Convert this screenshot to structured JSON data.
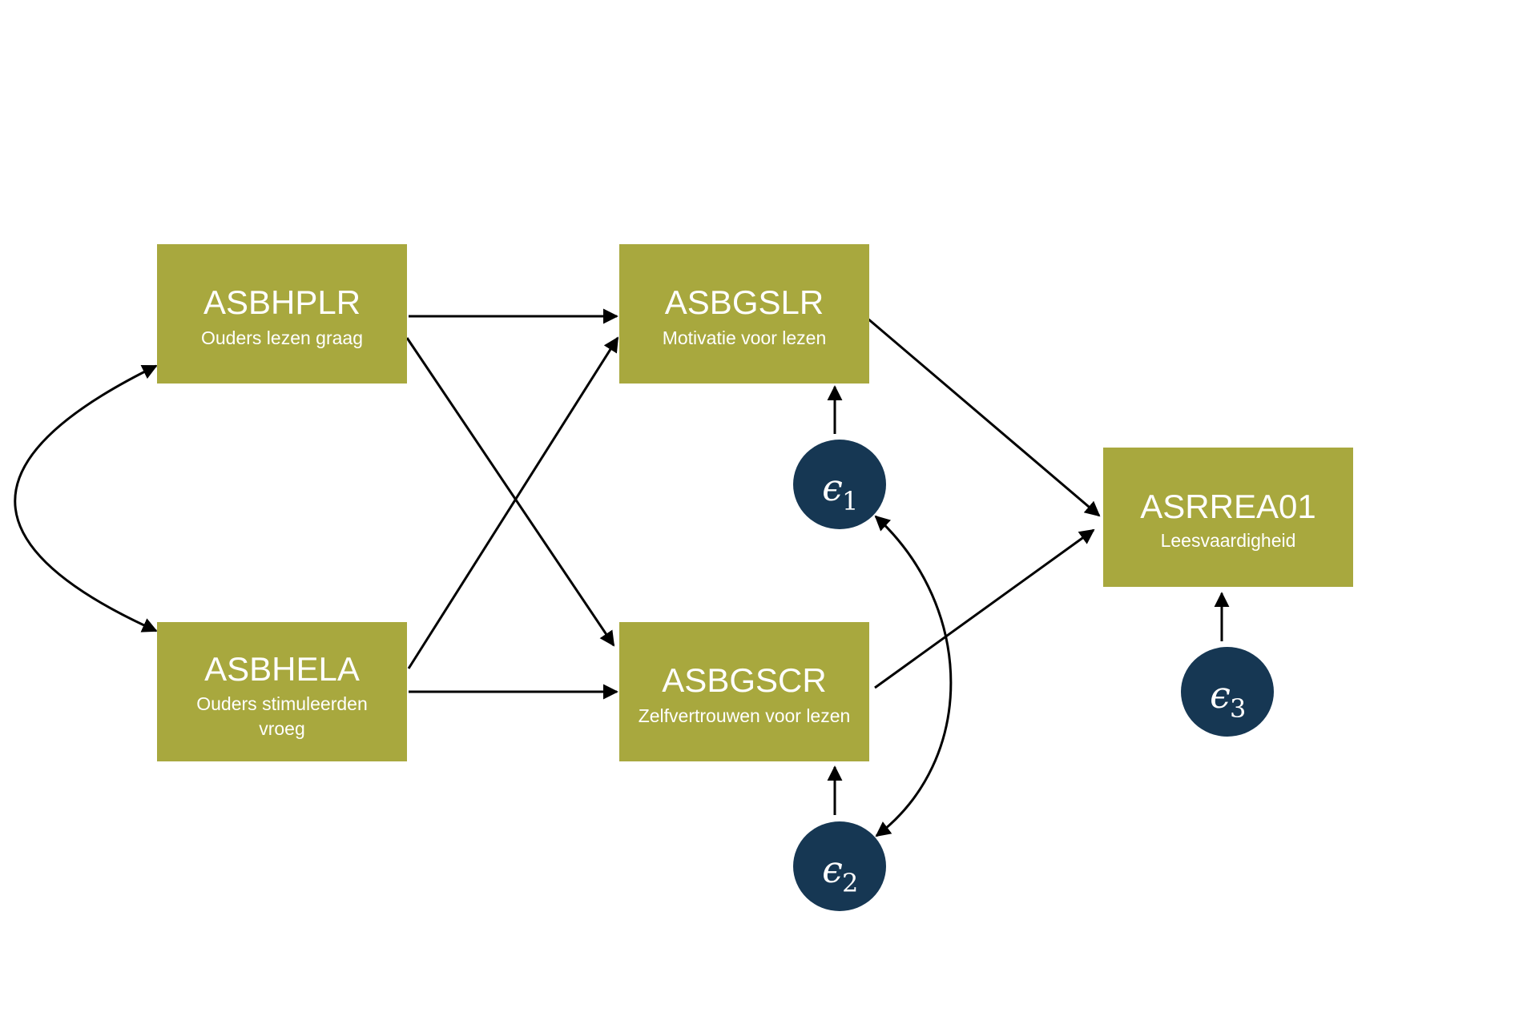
{
  "nodes": {
    "asbhplr": {
      "title": "ASBHPLR",
      "subtitle": [
        "Ouders lezen graag"
      ]
    },
    "asbhela": {
      "title": "ASBHELA",
      "subtitle": [
        "Ouders stimuleerden",
        "vroeg"
      ]
    },
    "asbgslr": {
      "title": "ASBGSLR",
      "subtitle": [
        "Motivatie voor lezen"
      ]
    },
    "asbgscr": {
      "title": "ASBGSCR",
      "subtitle": [
        "Zelfvertrouwen voor lezen"
      ]
    },
    "asrrea01": {
      "title": "ASRREA01",
      "subtitle": [
        "Leesvaardigheid"
      ]
    }
  },
  "errors": {
    "e1": {
      "symbol": "ϵ",
      "index": "1"
    },
    "e2": {
      "symbol": "ϵ",
      "index": "2"
    },
    "e3": {
      "symbol": "ϵ",
      "index": "3"
    }
  },
  "colors": {
    "node_fill": "#a8a83e",
    "error_fill": "#163753",
    "text": "#ffffff",
    "arrow": "#000000"
  }
}
